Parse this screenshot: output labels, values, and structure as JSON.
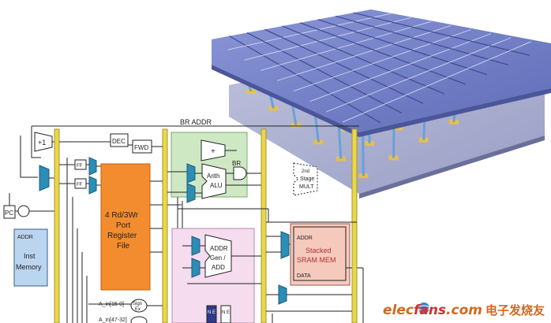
{
  "colors": {
    "pipeline_bar": "#e8d84a",
    "register_file": "#f28c2e",
    "alu_region": "#cfe8c4",
    "addr_region": "#f6dcef",
    "mem_region": "#f6c9bd",
    "mux": "#2c8db5",
    "panel_top": "#6f7fc6",
    "panel_bottom": "#9aa0c8",
    "pillar": "#6aa0d8",
    "via": "#f0c23a",
    "watermark_orange": "#d2691e",
    "watermark_red": "#d32f2f"
  },
  "labels": {
    "br_addr": "BR ADDR",
    "plus_one": "+1",
    "dec": "DEC",
    "fwd": "FWD",
    "ff1": "FF",
    "ff2": "FF",
    "pc": "PC",
    "addr_in": "ADDR",
    "inst_memory_1": "Inst",
    "inst_memory_2": "Memory",
    "rf1": "4 Rd/3Wr",
    "rf2": "Port",
    "rf3": "Register",
    "rf4": "File",
    "plus": "+",
    "br": "BR",
    "arith_alu_1": "Arith",
    "arith_alu_2": "ALU",
    "mult_1": "2nd",
    "mult_2": "Stage",
    "mult_3": "MULT",
    "addr_gen_1": "ADDR",
    "addr_gen_2": "Gen /",
    "addr_gen_3": "ADD",
    "sram_addr": "ADDR",
    "sram_1": "Stacked",
    "sram_2": "SRAM MEM",
    "sram_data": "DATA",
    "a_in1": "A_in[15-0]",
    "a_in2": "A_in[47-32]",
    "sign_ext": "Sign",
    "ext_e": "Ex",
    "ne": "N E",
    "ne2": "N E"
  },
  "watermark": {
    "site_a": "elec",
    "site_b": "fans",
    "site_c": ".com",
    "cn": "电子发烧友"
  }
}
